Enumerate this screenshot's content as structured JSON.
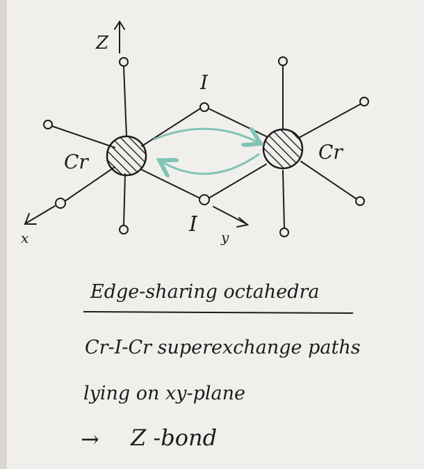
{
  "colors": {
    "board": "#f1efec",
    "ink": "#1c1c1c",
    "exchange_arrow": "#7fc4b4",
    "hatch": "#2a2a2a"
  },
  "diagram": {
    "atoms": {
      "cr_left": "Cr",
      "cr_right": "Cr",
      "iodine_top": "I",
      "iodine_bottom": "I"
    },
    "axes": {
      "z": "Z",
      "x": "x",
      "y": "y"
    }
  },
  "notes": {
    "heading": "Edge-sharing octahedra",
    "line1": "Cr-I-Cr superexchange paths",
    "line2": "lying on xy-plane",
    "line3_arrow": "→",
    "line3": "Z -bond"
  }
}
